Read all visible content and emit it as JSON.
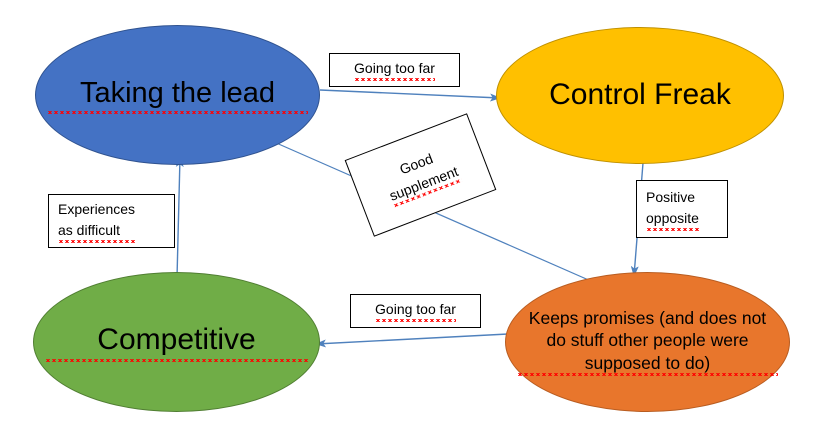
{
  "diagram": {
    "type": "cycle-relationship-diagram",
    "background_color": "#FFFFFF",
    "edge_color": "#4F81BD",
    "nodes": [
      {
        "id": "taking-the-lead",
        "label": "Taking the lead",
        "fill": "#4472C4",
        "stroke": "#2F528F",
        "spellcheck_underline": true
      },
      {
        "id": "control-freak",
        "label": "Control Freak",
        "fill": "#FFC000",
        "stroke": "#BF9000",
        "spellcheck_underline": false
      },
      {
        "id": "competitive",
        "label": "Competitive",
        "fill": "#70AD47",
        "stroke": "#507E32",
        "spellcheck_underline": true
      },
      {
        "id": "keeps-promises",
        "label": "Keeps promises (and does not\ndo stuff other people were\nsupposed to do)",
        "fill": "#E8762C",
        "stroke": "#B85C20",
        "spellcheck_underline": true
      }
    ],
    "edge_labels": [
      {
        "id": "going-too-far-top",
        "text": "Going too far",
        "from": "taking-the-lead",
        "to": "control-freak"
      },
      {
        "id": "good-supplement",
        "text": "Good\nsupplement",
        "from": "taking-the-lead",
        "to": "keeps-promises",
        "rotation_deg": -21
      },
      {
        "id": "positive-opposite",
        "text": "Positive\nopposite",
        "from": "control-freak",
        "to": "keeps-promises"
      },
      {
        "id": "going-too-far-bottom",
        "text": "Going too far",
        "from": "keeps-promises",
        "to": "competitive"
      },
      {
        "id": "experiences-as-difficult",
        "text": "Experiences\nas difficult",
        "from": "competitive",
        "to": "taking-the-lead"
      }
    ]
  }
}
